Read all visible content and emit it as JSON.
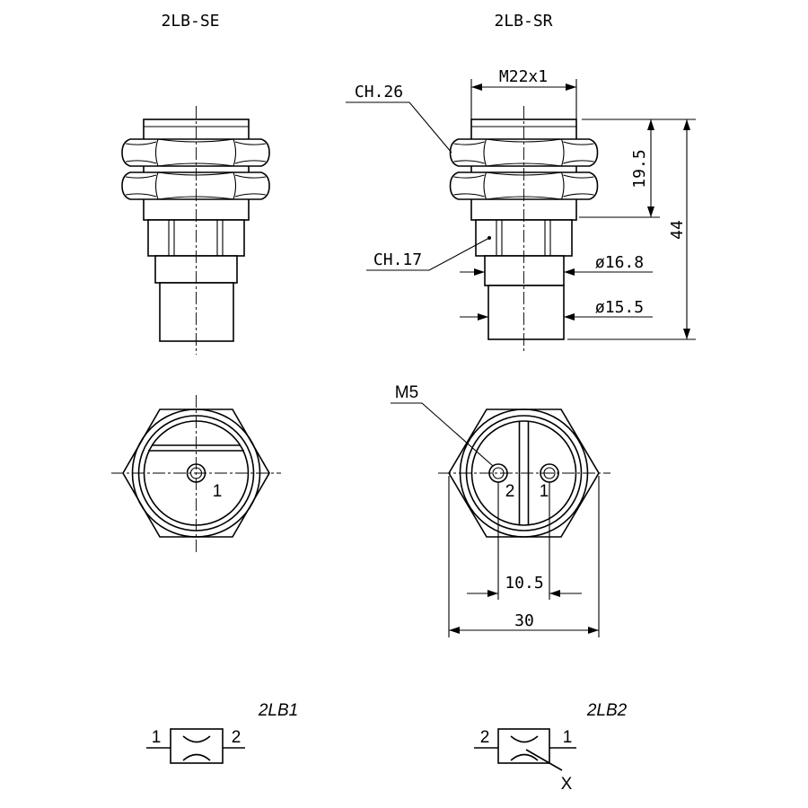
{
  "views": {
    "left_title": "2LB-SE",
    "right_title": "2LB-SR"
  },
  "dimensions": {
    "thread": "M22x1",
    "nut_hex": "CH.26",
    "body_hex": "CH.17",
    "height_thread": "19.5",
    "height_total": "44",
    "diameter_upper": "ø16.8",
    "diameter_lower": "ø15.5",
    "terminal_thread": "M5",
    "terminal_spacing": "10.5",
    "width": "30"
  },
  "terminals": {
    "se_terminal_1": "1",
    "sr_terminal_2": "2",
    "sr_terminal_1": "1"
  },
  "symbols": {
    "lb1": {
      "label": "2LB1",
      "left": "1",
      "right": "2"
    },
    "lb2": {
      "label": "2LB2",
      "left": "2",
      "right": "1",
      "extra": "X"
    }
  }
}
